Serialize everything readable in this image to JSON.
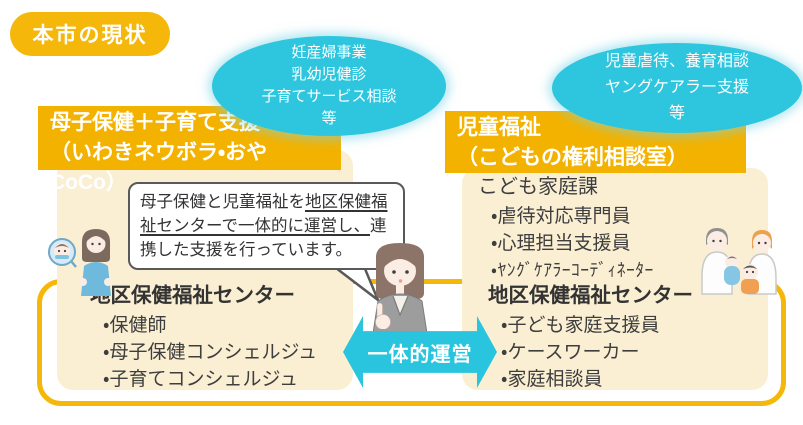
{
  "colors": {
    "gold": "#F5B70A",
    "header_gold": "#F3B200",
    "cream": "#FBEFD3",
    "cyan": "#2EC6DE",
    "arrow_cyan": "#29C4DE",
    "text_dark": "#3E3E3E",
    "bubble_border": "#595959"
  },
  "badge": {
    "label": "本市の現状"
  },
  "left_section": {
    "ellipse_lines": [
      "妊産婦事業",
      "乳幼児健診",
      "子育てサービス相談",
      "等"
    ],
    "header_line1": "母子保健＋子育て支援",
    "header_line2": "（いわきネウボラ・おやCoCo）",
    "center_title": "地区保健福祉センター",
    "center_items": [
      "・保健師",
      "・母子保健コンシェルジュ",
      "・子育てコンシェルジュ"
    ]
  },
  "right_section": {
    "ellipse_lines": [
      "児童虐待、養育相談",
      "ヤングケアラー支援",
      "等"
    ],
    "header_line1": "児童福祉",
    "header_line2": "（こどもの権利相談室）",
    "division_title": "こども家庭課",
    "division_items": [
      "・虐待対応専門員",
      "・心理担当支援員",
      "・ﾔﾝｸﾞｹｱﾗｰｺｰﾃﾞｨﾈｰﾀｰ"
    ],
    "center_title": "地区保健福祉センター",
    "center_items": [
      "・子ども家庭支援員",
      "・ケースワーカー",
      "・家庭相談員"
    ]
  },
  "speech_bubble": {
    "line1_normal": "母子保健と児童福祉を",
    "line1_underline": "地区保健",
    "line2_underline": "福祉センターで一体的に運営し、",
    "line3": "連携した支援を行っています。"
  },
  "arrow": {
    "label": "一体的運営"
  }
}
